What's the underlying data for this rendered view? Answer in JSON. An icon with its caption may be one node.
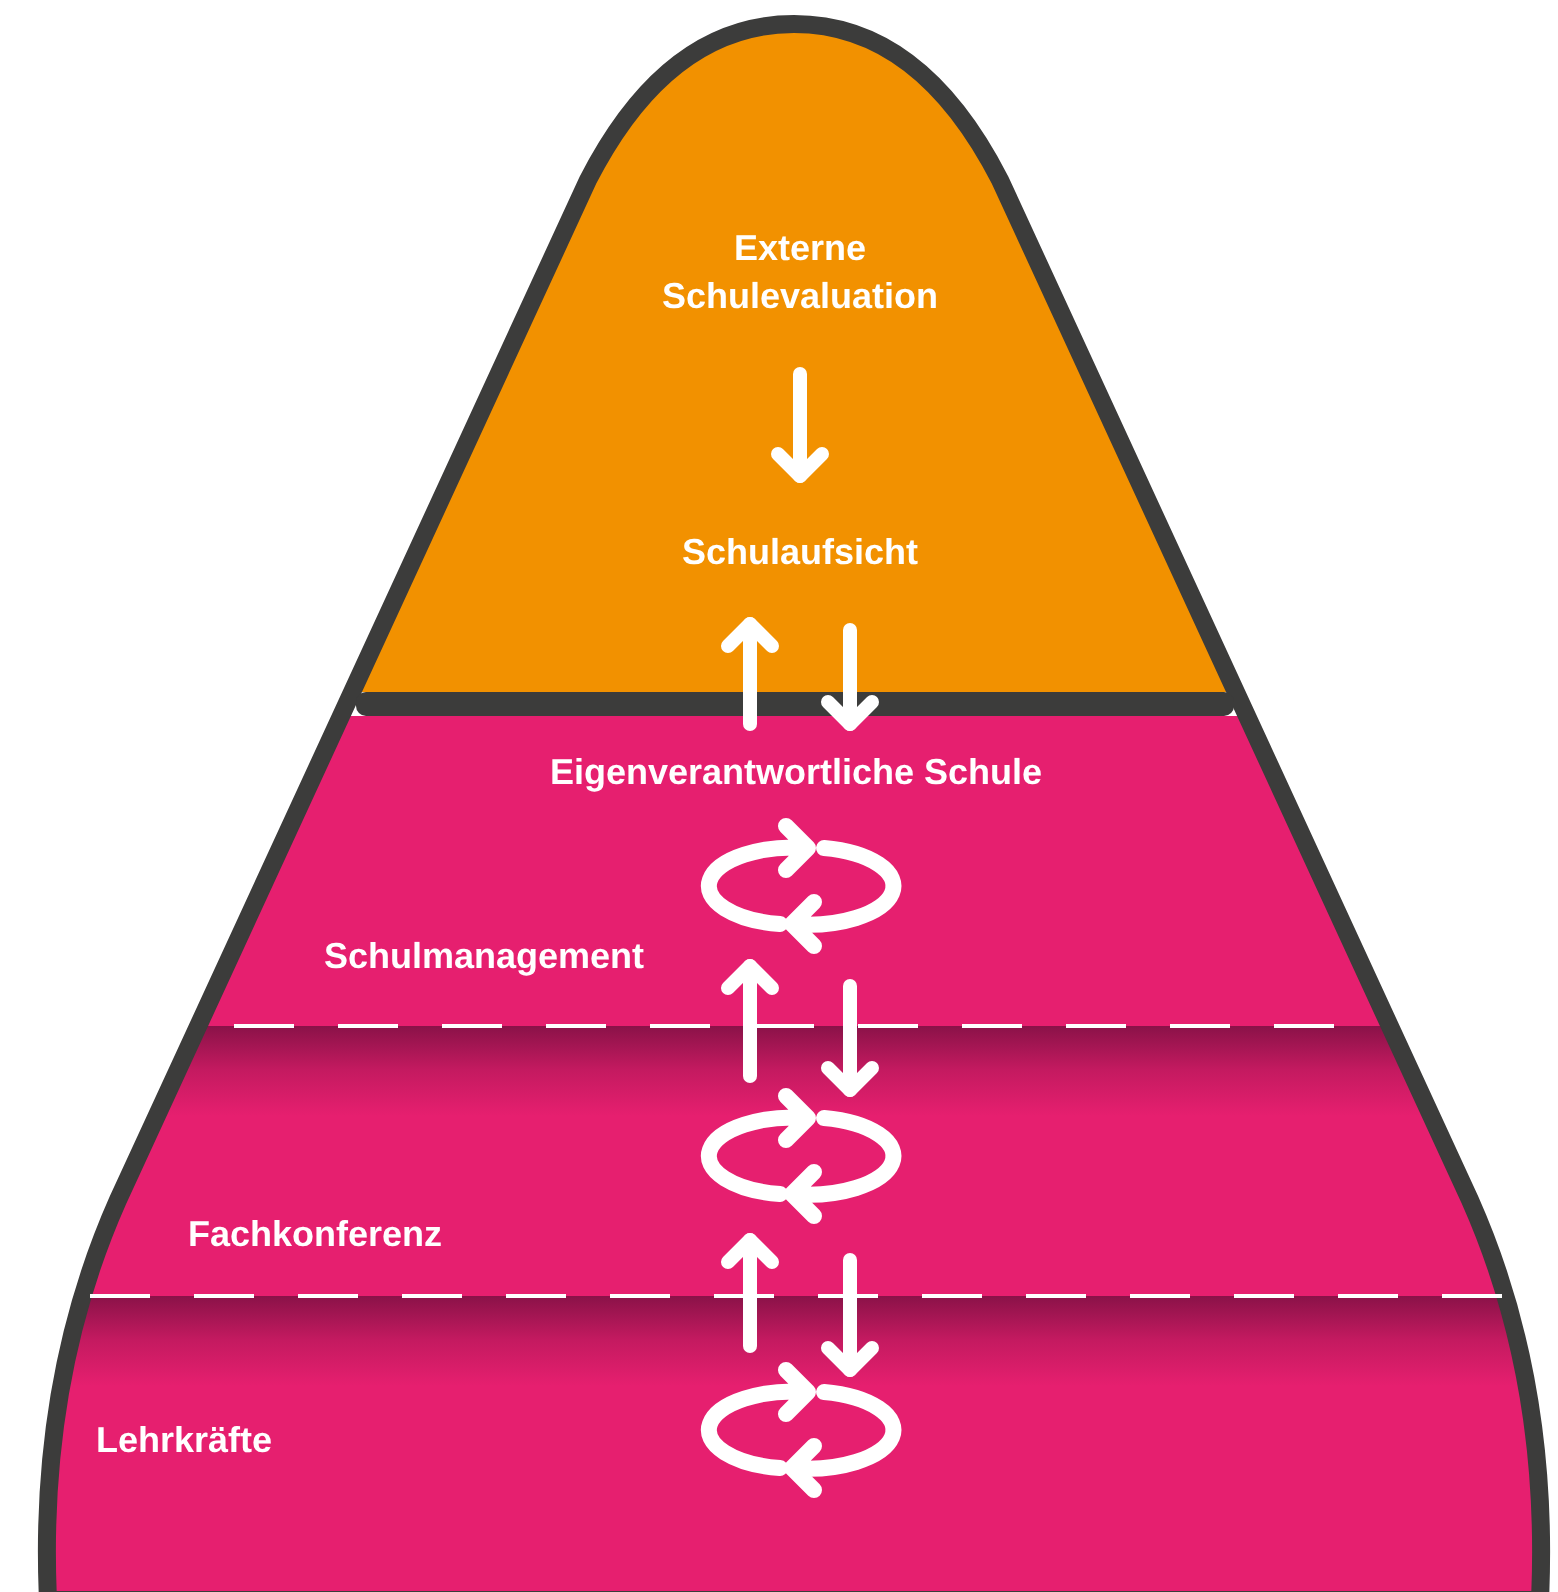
{
  "diagram": {
    "nodes": [
      {
        "text": [],
        "shape": "triangle"
      },
      {
        "text": [
          "Externe Schulevaluation"
        ],
        "in": 0
      },
      {
        "text": [
          "Schulaufsicht"
        ],
        "in": 0
      },
      {
        "text": [
          "Eigenverantwortliche Schule"
        ]
      },
      {
        "text": [
          "Schulmanagement"
        ],
        "in": 3
      },
      {
        "text": [
          "Fachkonferenz"
        ],
        "in": 3
      },
      {
        "text": [
          "Lehrkräfte"
        ],
        "in": 3
      }
    ],
    "edges": [
      {
        "from": 1,
        "to": 2,
        "arrow": "to"
      },
      {
        "from": 3,
        "to": 2,
        "arrow": "to"
      },
      {
        "from": 2,
        "to": 3,
        "arrow": "to"
      },
      {
        "from": 5,
        "to": 4,
        "arrow": "to"
      },
      {
        "from": 4,
        "to": 5,
        "arrow": "to"
      },
      {
        "from": 6,
        "to": 5,
        "arrow": "to"
      },
      {
        "from": 5,
        "to": 6,
        "arrow": "to"
      }
    ]
  }
}
